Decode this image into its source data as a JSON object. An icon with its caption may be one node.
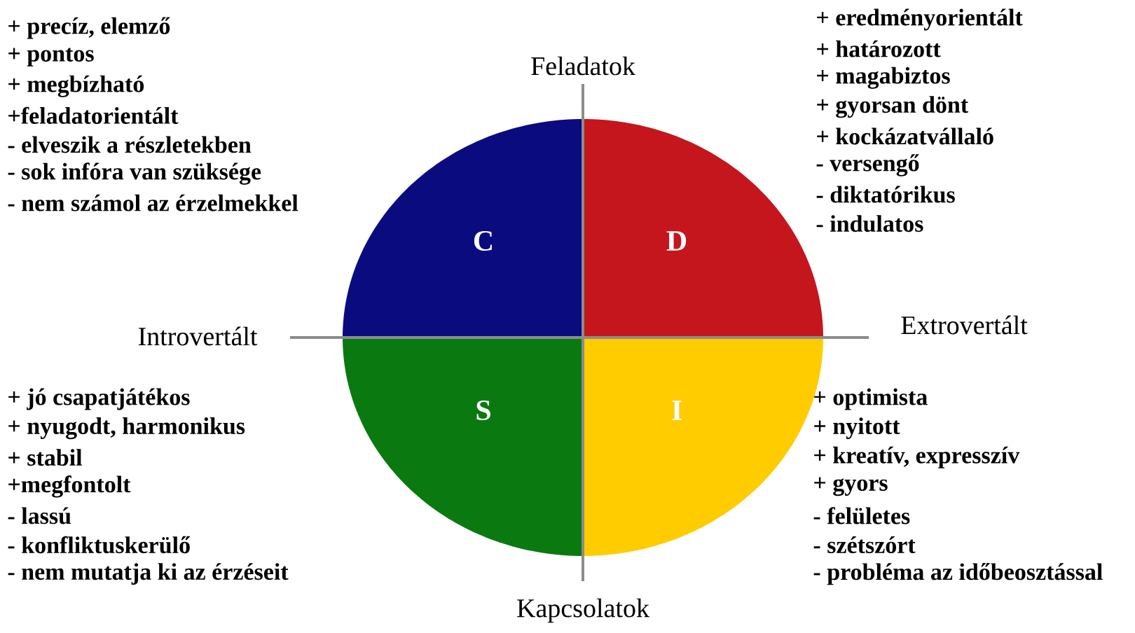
{
  "diagram": {
    "nodes": [
      {
        "text": [
          "C"
        ],
        "beside": [
          "+ precíz, elemző",
          "+ pontos",
          "+ megbízható",
          "+feladatorientált",
          "- elveszik a részletekben",
          "- sok infóra van szüksége",
          "- nem számol az érzelmekkel"
        ]
      },
      {
        "text": [
          "D"
        ],
        "beside": [
          "+ eredményorientált",
          "+ határozott",
          "+ magabiztos",
          "+ gyorsan dönt",
          "+ kockázatvállaló",
          "- versengő",
          "- diktatórikus",
          "- indulatos"
        ]
      },
      {
        "text": [
          "S"
        ],
        "beside": [
          "+ jó csapatjátékos",
          "+ nyugodt, harmonikus",
          "+ stabil",
          "+megfontolt",
          "- lassú",
          "- konfliktuskerülő",
          "- nem mutatja ki az érzéseit"
        ]
      },
      {
        "text": [
          "I"
        ],
        "beside": [
          "+ optimista",
          "+ nyitott",
          "+ kreatív, expresszív",
          "+ gyors",
          "- felületes",
          "- szétszórt",
          "- probléma az időbeosztással"
        ]
      }
    ],
    "labels": [
      "Feladatok",
      "Introvertált",
      "Extrovertált",
      "Kapcsolatok"
    ]
  }
}
